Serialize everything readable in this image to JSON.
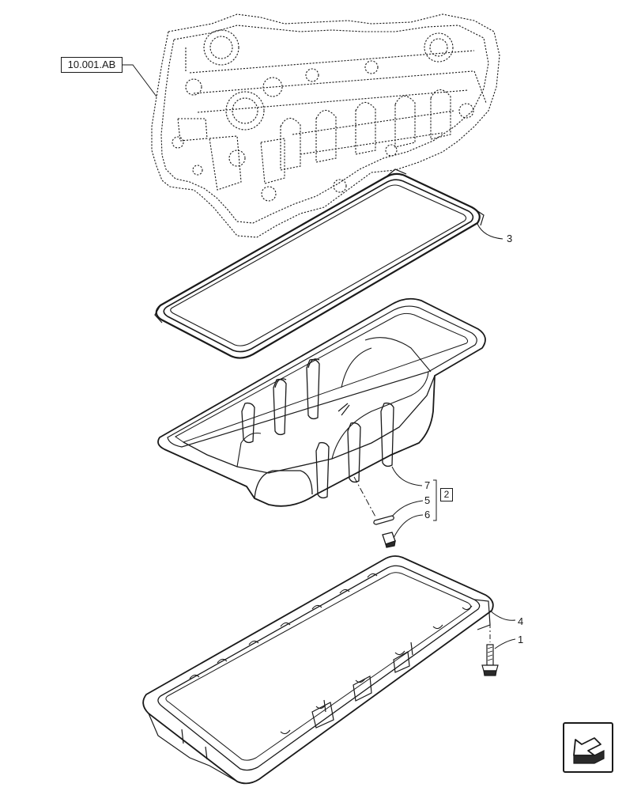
{
  "reference": {
    "label": "10.001.AB"
  },
  "kit": {
    "label": "2"
  },
  "callouts": {
    "c1": "1",
    "c3": "3",
    "c4": "4",
    "c5": "5",
    "c6": "6",
    "c7": "7"
  },
  "navigation": {
    "icon": "return-arrow-icon"
  },
  "colors": {
    "line": "#1a1a1a",
    "fill_dark": "#2a2a2a",
    "background": "#ffffff"
  }
}
